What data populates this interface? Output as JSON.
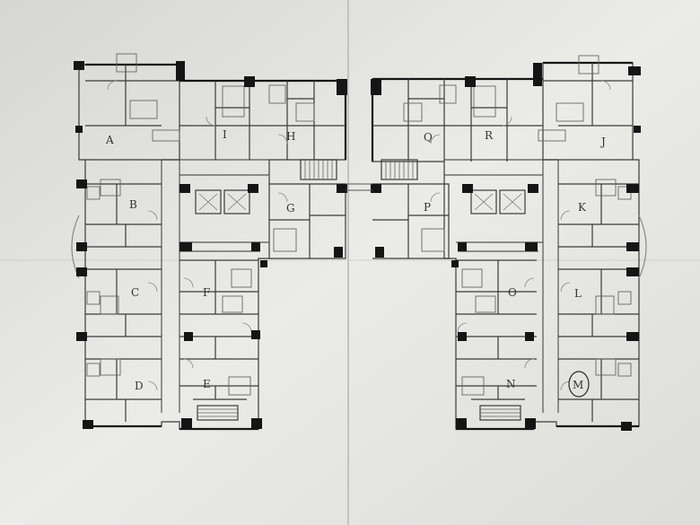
{
  "colors": {
    "paper": "#e9e9e6",
    "paper_shade": "#d4d4d1",
    "wall": "#151515",
    "line": "#4a4a4a",
    "fine": "#7a7a7a",
    "fold": "#bdbdba"
  },
  "units": {
    "A": "A",
    "B": "B",
    "C": "C",
    "D": "D",
    "E": "E",
    "F": "F",
    "G": "G",
    "H": "H",
    "I": "I",
    "J": "J",
    "K": "K",
    "L": "L",
    "M": "M",
    "N": "N",
    "O": "O",
    "P": "P",
    "Q": "Q",
    "R": "R"
  },
  "highlighted_unit": "M"
}
